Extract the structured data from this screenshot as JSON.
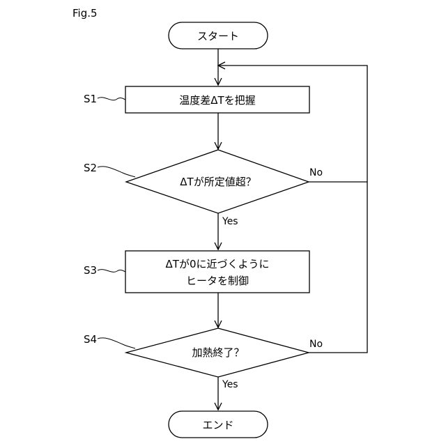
{
  "figure": {
    "label": "Fig.5"
  },
  "nodes": {
    "start": {
      "text": "スタート"
    },
    "s1": {
      "step": "S1",
      "text": "温度差ΔTを把握"
    },
    "s2": {
      "step": "S2",
      "text": "ΔTが所定値超？"
    },
    "s3": {
      "step": "S3",
      "line1": "ΔTが0に近づくように",
      "line2": "ヒータを制御"
    },
    "s4": {
      "step": "S4",
      "text": "加熱終了？"
    },
    "end": {
      "text": "エンド"
    }
  },
  "branches": {
    "s2_no": "No",
    "s2_yes": "Yes",
    "s4_no": "No",
    "s4_yes": "Yes"
  }
}
